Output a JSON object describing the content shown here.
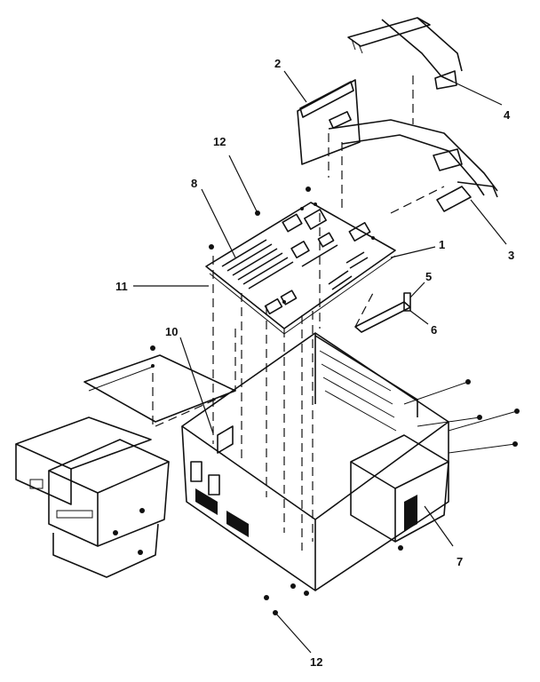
{
  "callouts": {
    "c1": "1",
    "c2": "2",
    "c3": "3",
    "c4": "4",
    "c5": "5",
    "c6": "6",
    "c7": "7",
    "c8": "8",
    "c10": "10",
    "c11": "11",
    "c12_top": "12",
    "c12_bottom": "12"
  }
}
